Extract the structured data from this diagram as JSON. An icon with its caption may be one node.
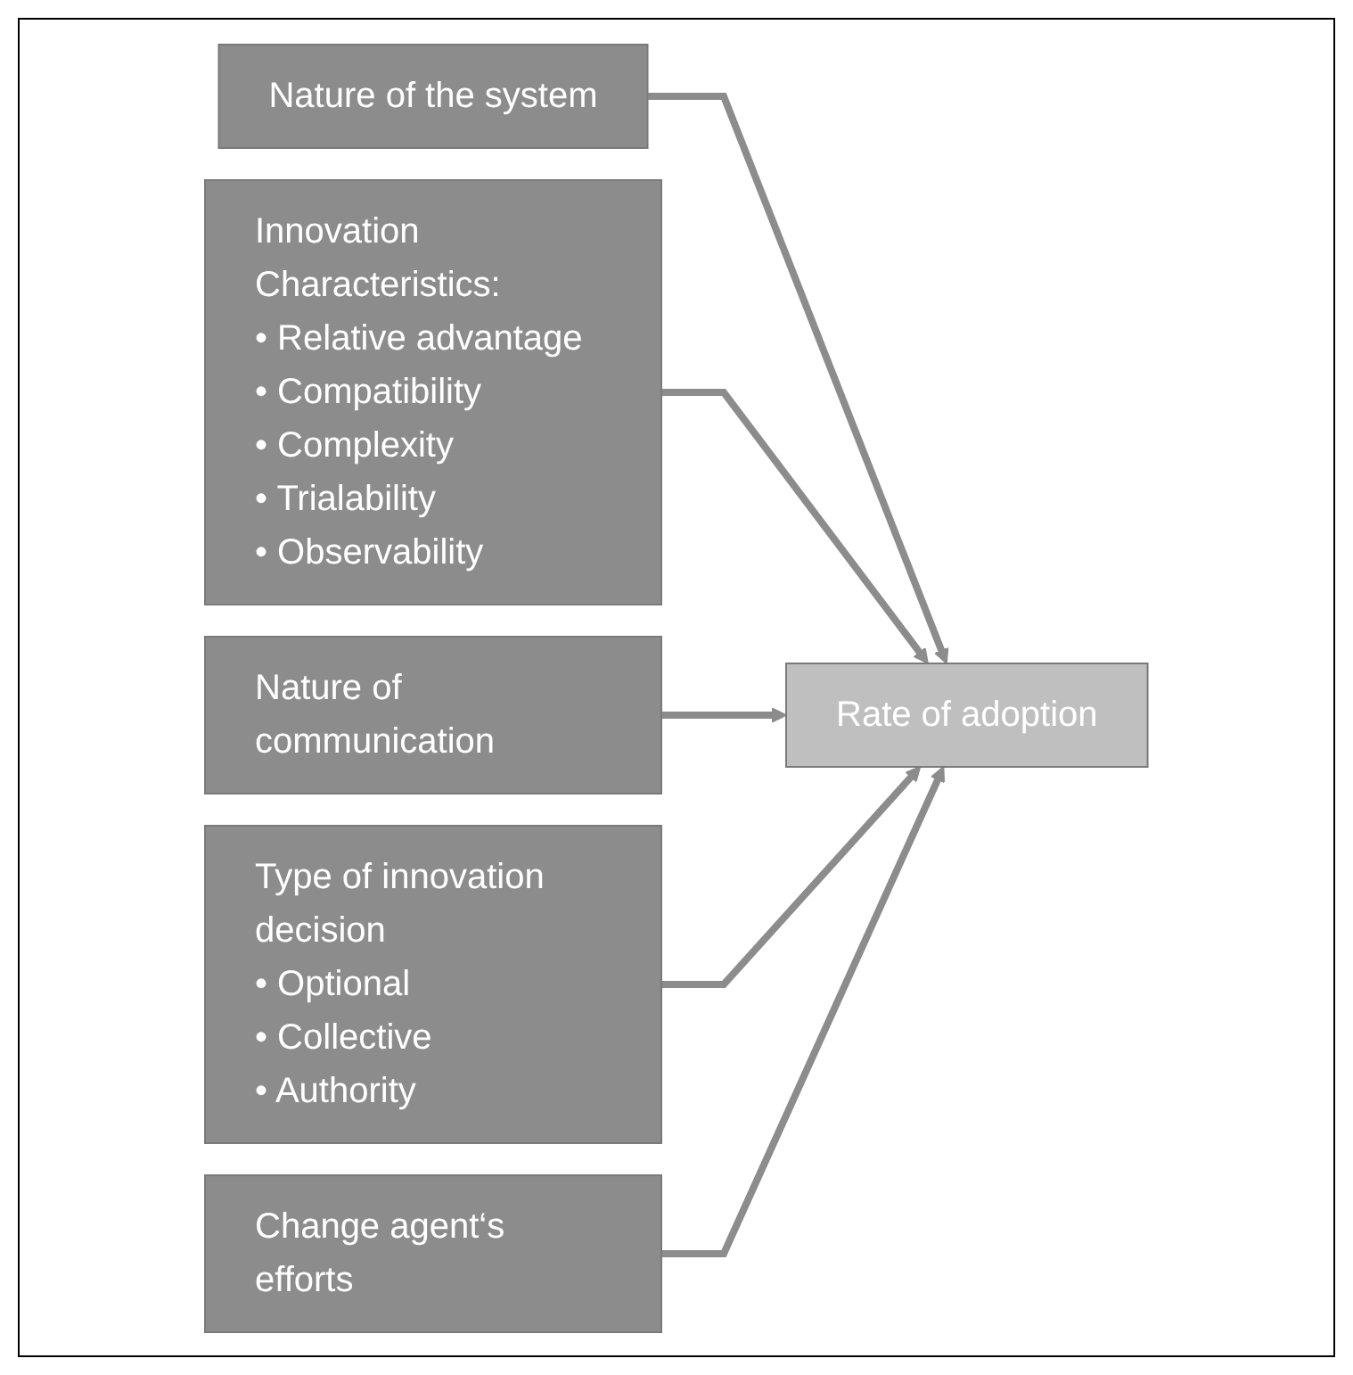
{
  "diagram": {
    "nodes": [
      {
        "text": [
          "Nature of the system"
        ]
      },
      {
        "text": [
          "Innovation Characteristics:",
          "• Relative advantage",
          "• Compatibility",
          "• Complexity",
          "• Trialability",
          "• Observability"
        ]
      },
      {
        "text": [
          "Nature of communication"
        ]
      },
      {
        "text": [
          "Type of innovation decision",
          "• Optional",
          "• Collective",
          "• Authority"
        ]
      },
      {
        "text": [
          "Change agent‘s efforts"
        ]
      },
      {
        "text": [
          "Rate of adoption"
        ]
      }
    ],
    "edges": [
      {
        "from": 0,
        "to": 5,
        "arrow": "to"
      },
      {
        "from": 1,
        "to": 5,
        "arrow": "to"
      },
      {
        "from": 2,
        "to": 5,
        "arrow": "to"
      },
      {
        "from": 3,
        "to": 5,
        "arrow": "to"
      },
      {
        "from": 4,
        "to": 5,
        "arrow": "to"
      }
    ]
  }
}
